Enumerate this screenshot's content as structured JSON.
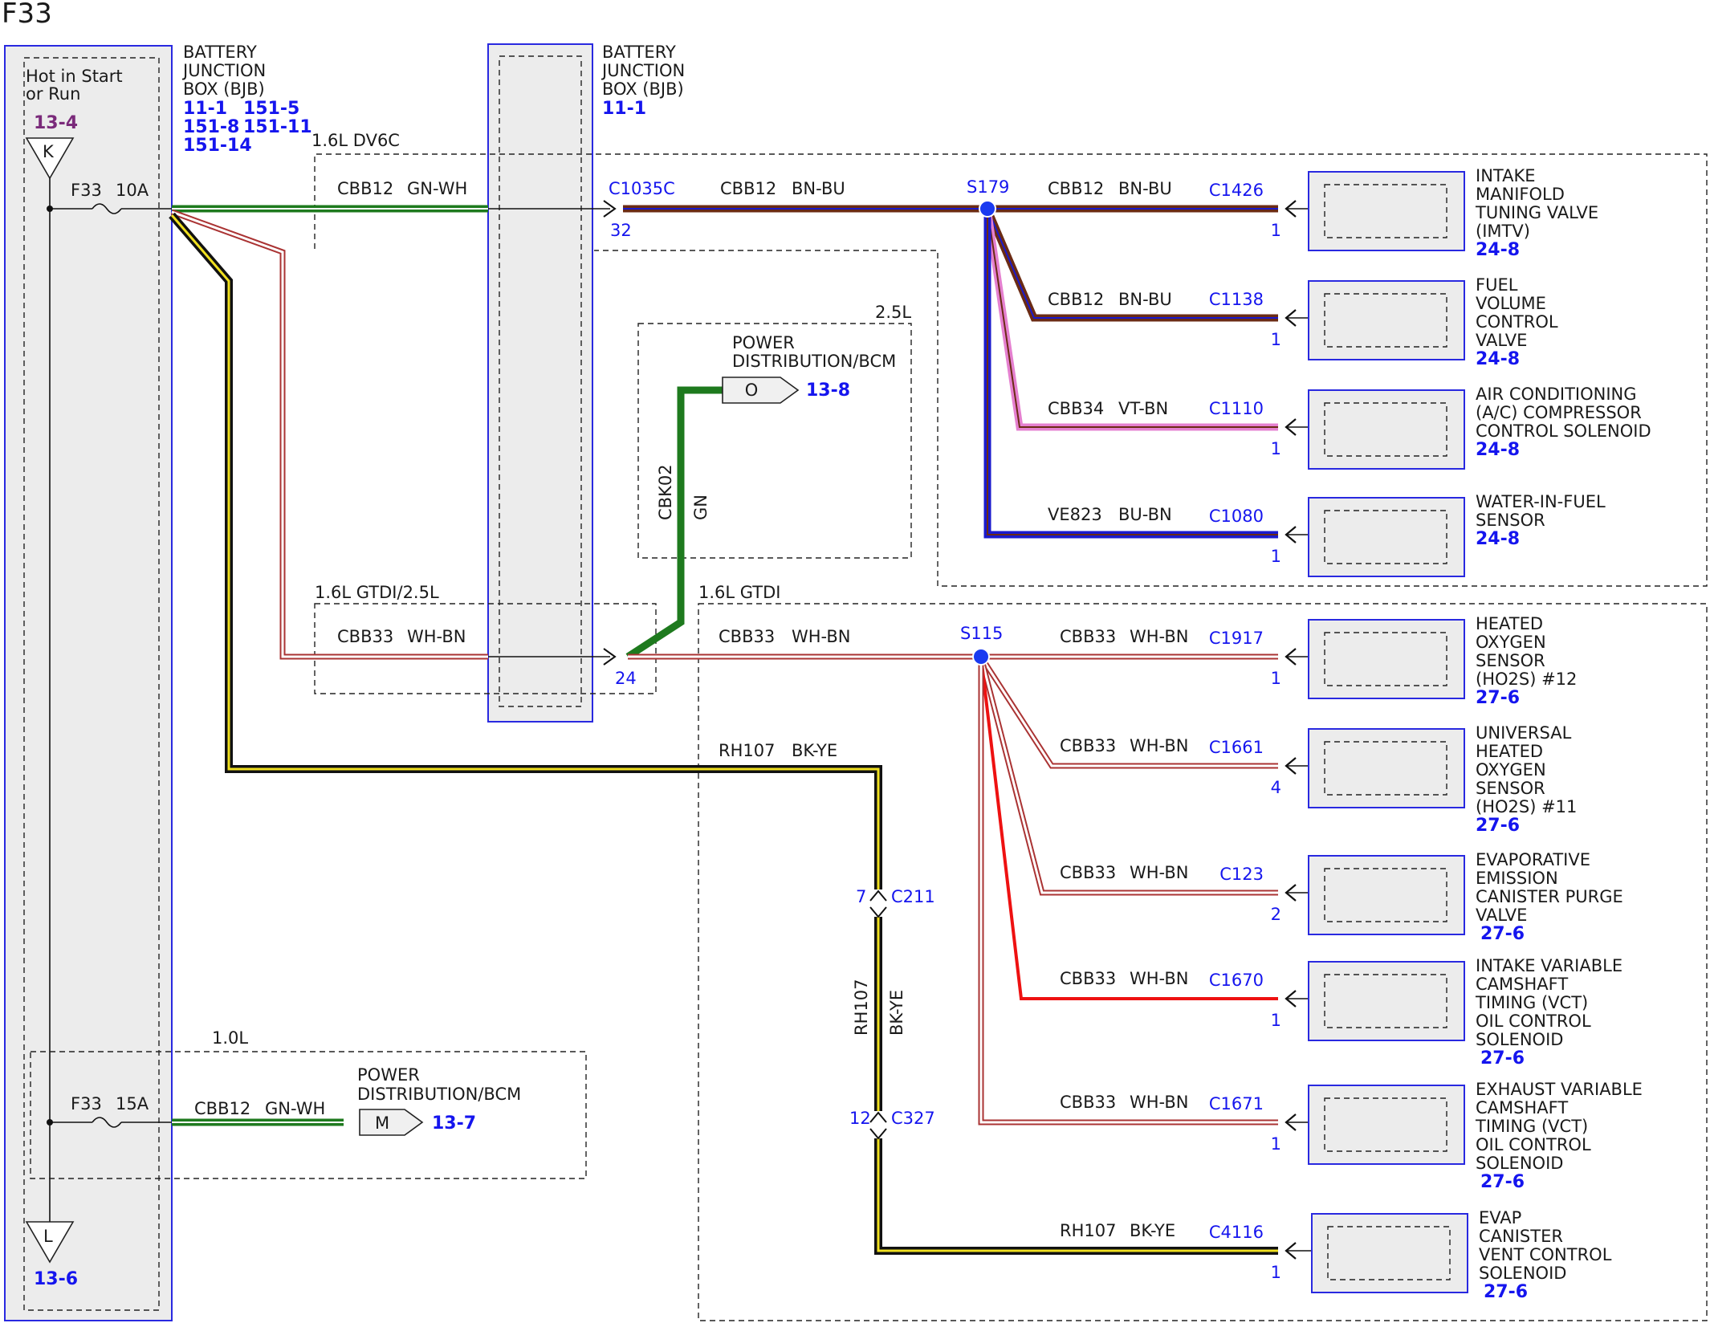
{
  "title": "F33",
  "fuse_box": {
    "label_lines": [
      "Hot in Start",
      "or Run"
    ],
    "ref_top": "13-4",
    "conn_top": "K",
    "conn_bottom": "L",
    "ref_bottom": "13-6",
    "fuse_upper": {
      "name": "F33",
      "rating": "10A"
    },
    "fuse_lower": {
      "name": "F33",
      "rating": "15A"
    }
  },
  "bjb_left": {
    "label_lines": [
      "BATTERY",
      "JUNCTION",
      "BOX (BJB)"
    ],
    "refs": [
      "11-1",
      "151-5",
      "151-8",
      "151-11",
      "151-14"
    ]
  },
  "bjb_right": {
    "label_lines": [
      "BATTERY",
      "JUNCTION",
      "BOX (BJB)"
    ],
    "ref": "11-1"
  },
  "zones": {
    "dv6c": "1.6L DV6C",
    "l25": "2.5L",
    "gtdi_25": "1.6L GTDI/2.5L",
    "gtdi": "1.6L GTDI",
    "l10": "1.0L"
  },
  "wires": {
    "w_cbb12_gnwh": {
      "circuit": "CBB12",
      "color": "GN-WH"
    },
    "w_cbb12_bnbu": {
      "circuit": "CBB12",
      "color": "BN-BU"
    },
    "w_cbb33_whbn": {
      "circuit": "CBB33",
      "color": "WH-BN"
    },
    "w_cbk02": {
      "circuit": "CBK02",
      "color": "GN"
    },
    "w_rh107": {
      "circuit": "RH107",
      "color": "BK-YE"
    },
    "w_cbb34": {
      "circuit": "CBB34",
      "color": "VT-BN"
    },
    "w_ve823": {
      "circuit": "VE823",
      "color": "BU-BN"
    }
  },
  "connectors": {
    "c1035c": {
      "id": "C1035C",
      "pin": "32"
    },
    "c24_pin": "24",
    "c211": {
      "id": "C211",
      "pin": "7"
    },
    "c327": {
      "id": "C327",
      "pin": "12"
    }
  },
  "splices": {
    "s179": "S179",
    "s115": "S115"
  },
  "pdbcm_upper": {
    "label_lines": [
      "POWER",
      "DISTRIBUTION/BCM"
    ],
    "conn": "O",
    "ref": "13-8"
  },
  "pdbcm_lower": {
    "label_lines": [
      "POWER",
      "DISTRIBUTION/BCM"
    ],
    "conn": "M",
    "ref": "13-7"
  },
  "components": [
    {
      "connector": "C1426",
      "pin": "1",
      "name_lines": [
        "INTAKE",
        "MANIFOLD",
        "TUNING VALVE",
        "(IMTV)"
      ],
      "ref": "24-8"
    },
    {
      "connector": "C1138",
      "pin": "1",
      "name_lines": [
        "FUEL",
        "VOLUME",
        "CONTROL",
        "VALVE"
      ],
      "ref": "24-8"
    },
    {
      "connector": "C1110",
      "pin": "1",
      "name_lines": [
        "AIR CONDITIONING",
        "(A/C) COMPRESSOR",
        "CONTROL SOLENOID"
      ],
      "ref": "24-8"
    },
    {
      "connector": "C1080",
      "pin": "1",
      "name_lines": [
        "WATER-IN-FUEL",
        "SENSOR"
      ],
      "ref": "24-8"
    },
    {
      "connector": "C1917",
      "pin": "1",
      "name_lines": [
        "HEATED",
        "OXYGEN",
        "SENSOR",
        "(HO2S) #12"
      ],
      "ref": "27-6"
    },
    {
      "connector": "C1661",
      "pin": "4",
      "name_lines": [
        "UNIVERSAL",
        "HEATED",
        "OXYGEN",
        "SENSOR",
        "(HO2S) #11"
      ],
      "ref": "27-6"
    },
    {
      "connector": "C123",
      "pin": "2",
      "name_lines": [
        "EVAPORATIVE",
        "EMISSION",
        "CANISTER PURGE",
        "VALVE"
      ],
      "ref": "27-6"
    },
    {
      "connector": "C1670",
      "pin": "1",
      "name_lines": [
        "INTAKE VARIABLE",
        "CAMSHAFT",
        "TIMING (VCT)",
        "OIL CONTROL",
        "SOLENOID"
      ],
      "ref": "27-6"
    },
    {
      "connector": "C1671",
      "pin": "1",
      "name_lines": [
        "EXHAUST VARIABLE",
        "CAMSHAFT",
        "TIMING (VCT)",
        "OIL CONTROL",
        "SOLENOID"
      ],
      "ref": "27-6"
    },
    {
      "connector": "C4116",
      "pin": "1",
      "name_lines": [
        "EVAP",
        "CANISTER",
        "VENT CONTROL",
        "SOLENOID"
      ],
      "ref": "27-6"
    }
  ],
  "colors": {
    "link_blue": "#1515ee",
    "ref_purple": "#7a2a7a",
    "green": "#1e7a1e",
    "brown": "#6b2b14",
    "dark_blue": "#1a1acc",
    "violet": "#e580d0",
    "red": "#ee1111",
    "yellow": "#f0e020",
    "splice_blue": "#1a3af0"
  }
}
